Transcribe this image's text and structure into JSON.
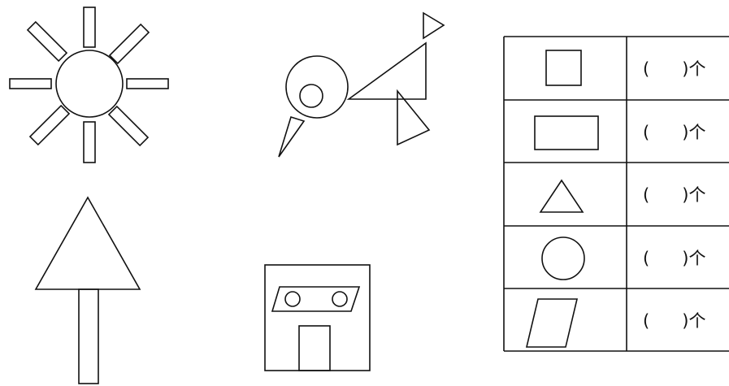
{
  "colors": {
    "background": "#ffffff",
    "stroke": "#111111"
  },
  "figures": [
    {
      "name": "sun",
      "parts": [
        "circle",
        "rectangle",
        "rectangle",
        "rectangle",
        "rectangle",
        "rectangle",
        "rectangle",
        "rectangle",
        "rectangle"
      ]
    },
    {
      "name": "bird",
      "parts": [
        "circle",
        "circle",
        "triangle",
        "triangle",
        "triangle",
        "triangle"
      ]
    },
    {
      "name": "tree",
      "parts": [
        "triangle",
        "rectangle"
      ]
    },
    {
      "name": "house",
      "parts": [
        "square",
        "parallelogram",
        "circle",
        "circle",
        "rectangle"
      ]
    }
  ],
  "count_table": {
    "rows": [
      {
        "shape": "square",
        "answer": "(      )个"
      },
      {
        "shape": "rectangle",
        "answer": "(      )个"
      },
      {
        "shape": "triangle",
        "answer": "(      )个"
      },
      {
        "shape": "circle",
        "answer": "(      )个"
      },
      {
        "shape": "parallelogram",
        "answer": "(      )个"
      }
    ]
  }
}
